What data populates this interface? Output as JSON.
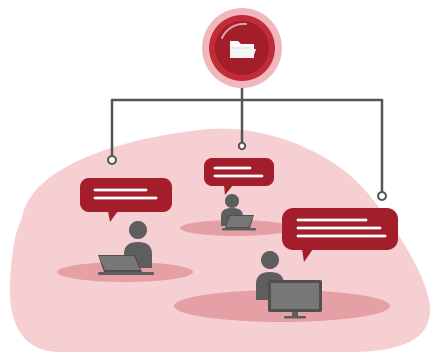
{
  "colors": {
    "brand_red": "#a31d2a",
    "red_mid": "#c12c36",
    "ring_pink": "#f0b8bd",
    "blob_pink": "#f6cfd2",
    "floor_ellipse": "#e39aa0",
    "person_gray": "#5e5e5e",
    "line_gray": "#555555",
    "text_line_white": "#ffffff"
  },
  "icons": {
    "hub": "folder-icon",
    "person_left": "user-with-laptop-icon",
    "person_middle": "user-with-laptop-icon",
    "person_right": "user-with-monitor-icon"
  },
  "message_bubbles": [
    {
      "name": "left-chat-bubble",
      "text_lines": 2
    },
    {
      "name": "middle-chat-bubble",
      "text_lines": 2
    },
    {
      "name": "right-chat-bubble",
      "text_lines": 3
    }
  ]
}
